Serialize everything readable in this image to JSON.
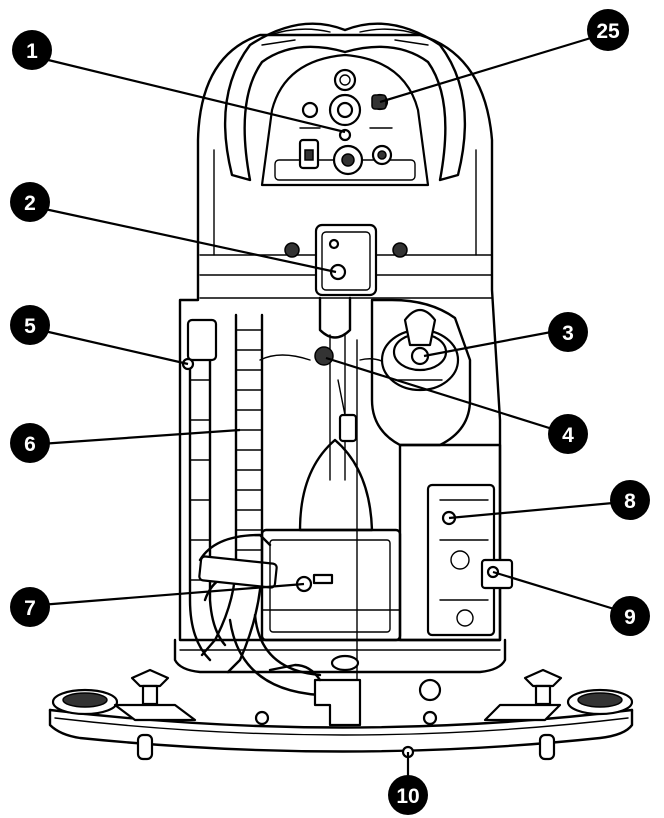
{
  "callouts": [
    {
      "id": "c1",
      "label": "1"
    },
    {
      "id": "c2",
      "label": "2"
    },
    {
      "id": "c3",
      "label": "3"
    },
    {
      "id": "c4",
      "label": "4"
    },
    {
      "id": "c5",
      "label": "5"
    },
    {
      "id": "c6",
      "label": "6"
    },
    {
      "id": "c7",
      "label": "7"
    },
    {
      "id": "c8",
      "label": "8"
    },
    {
      "id": "c9",
      "label": "9"
    },
    {
      "id": "c10",
      "label": "10"
    },
    {
      "id": "c25",
      "label": "25"
    }
  ],
  "colors": {
    "line": "#000000",
    "background": "#ffffff",
    "callout": "#000000"
  }
}
